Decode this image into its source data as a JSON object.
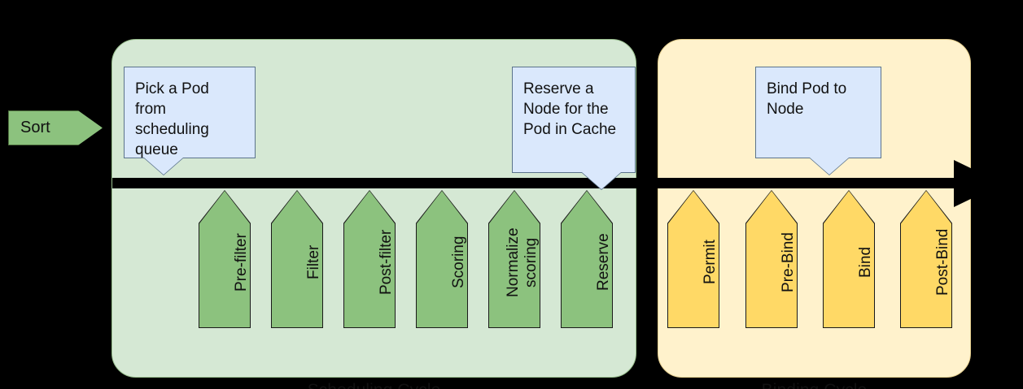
{
  "diagram": {
    "entry": {
      "label": "Sort",
      "color": "#8CC27E"
    },
    "timeline": {
      "color": "#000000"
    },
    "panels": [
      {
        "id": "scheduling",
        "label": "Scheduling Cycle",
        "background": "#d5e8d4",
        "plugin_color": "#8CC27E"
      },
      {
        "id": "binding",
        "label": "Binding Cycle",
        "background": "#fff2cc",
        "plugin_color": "#ffd966"
      }
    ],
    "callouts": [
      {
        "id": "pick-pod",
        "text": "Pick a Pod from scheduling queue",
        "color": "#dae8fc"
      },
      {
        "id": "reserve-node",
        "text": "Reserve a Node for the Pod in Cache",
        "color": "#dae8fc"
      },
      {
        "id": "bind-pod",
        "text": "Bind Pod to Node",
        "color": "#dae8fc"
      }
    ],
    "scheduling_plugins": [
      {
        "label": "Pre-filter"
      },
      {
        "label": "Filter"
      },
      {
        "label": "Post-filter"
      },
      {
        "label": "Scoring"
      },
      {
        "label": "Normalize\nscoring"
      },
      {
        "label": "Reserve"
      }
    ],
    "binding_plugins": [
      {
        "label": "Permit"
      },
      {
        "label": "Pre-Bind"
      },
      {
        "label": "Bind"
      },
      {
        "label": "Post-Bind"
      }
    ]
  }
}
